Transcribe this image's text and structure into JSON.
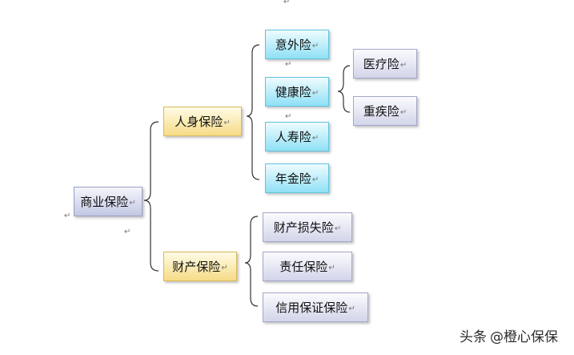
{
  "return_mark": "↵",
  "root": {
    "label": "商业保险"
  },
  "branches": [
    {
      "label": "人身保险",
      "children": [
        {
          "label": "意外险"
        },
        {
          "label": "健康险",
          "children": [
            {
              "label": "医疗险"
            },
            {
              "label": "重疾险"
            }
          ]
        },
        {
          "label": "人寿险"
        },
        {
          "label": "年金险"
        }
      ]
    },
    {
      "label": "财产保险",
      "children": [
        {
          "label": "财产损失险"
        },
        {
          "label": "责任保险"
        },
        {
          "label": "信用保证保险"
        }
      ]
    }
  ],
  "watermark": {
    "prefix": "头条",
    "handle": "@橙心保保"
  }
}
